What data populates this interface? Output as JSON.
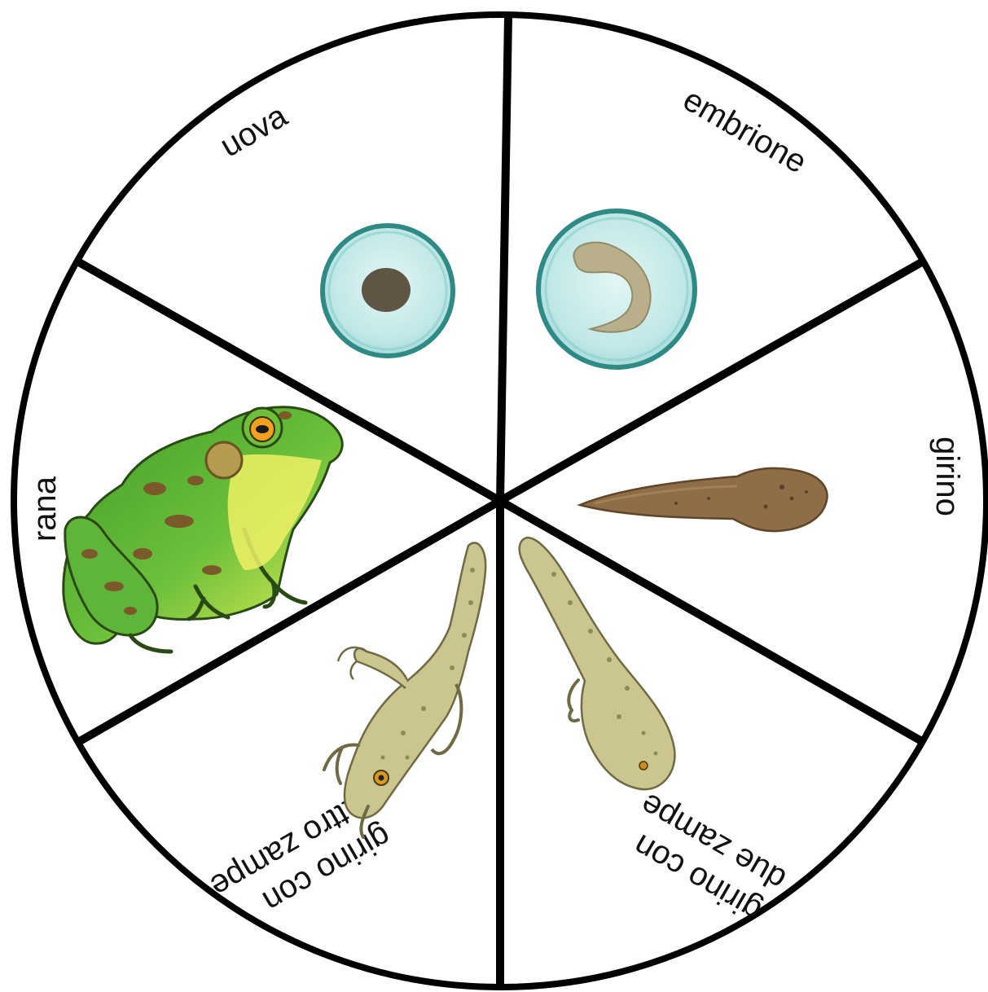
{
  "diagram": {
    "stages": [
      {
        "id": "uova",
        "label": "uova",
        "label_lines": [
          "uova"
        ],
        "illustration": "egg-cell-icon"
      },
      {
        "id": "embrione",
        "label": "embrione",
        "label_lines": [
          "embrione"
        ],
        "illustration": "embryo-in-egg-icon"
      },
      {
        "id": "girino",
        "label": "girino",
        "label_lines": [
          "girino"
        ],
        "illustration": "tadpole-icon"
      },
      {
        "id": "girino-due-zampe",
        "label": "girino con due zampe",
        "label_lines": [
          "girino con",
          "due zampe"
        ],
        "illustration": "tadpole-two-legs-icon"
      },
      {
        "id": "girino-quattro-zampe",
        "label": "girino con quattro zampe",
        "label_lines": [
          "girino con",
          "quattro zampe"
        ],
        "illustration": "tadpole-four-legs-icon"
      },
      {
        "id": "rana",
        "label": "rana",
        "label_lines": [
          "rana"
        ],
        "illustration": "frog-icon"
      }
    ],
    "colors": {
      "outline": "#000000",
      "egg_fill": "#c9ecec",
      "egg_rim": "#2f8a85",
      "nucleus": "#5e5545",
      "tadpole": "#8a6a45",
      "froglet": "#cbc590",
      "frog_green": "#55a832",
      "frog_yellow": "#eef065",
      "frog_spots": "#7a5a2a"
    }
  }
}
